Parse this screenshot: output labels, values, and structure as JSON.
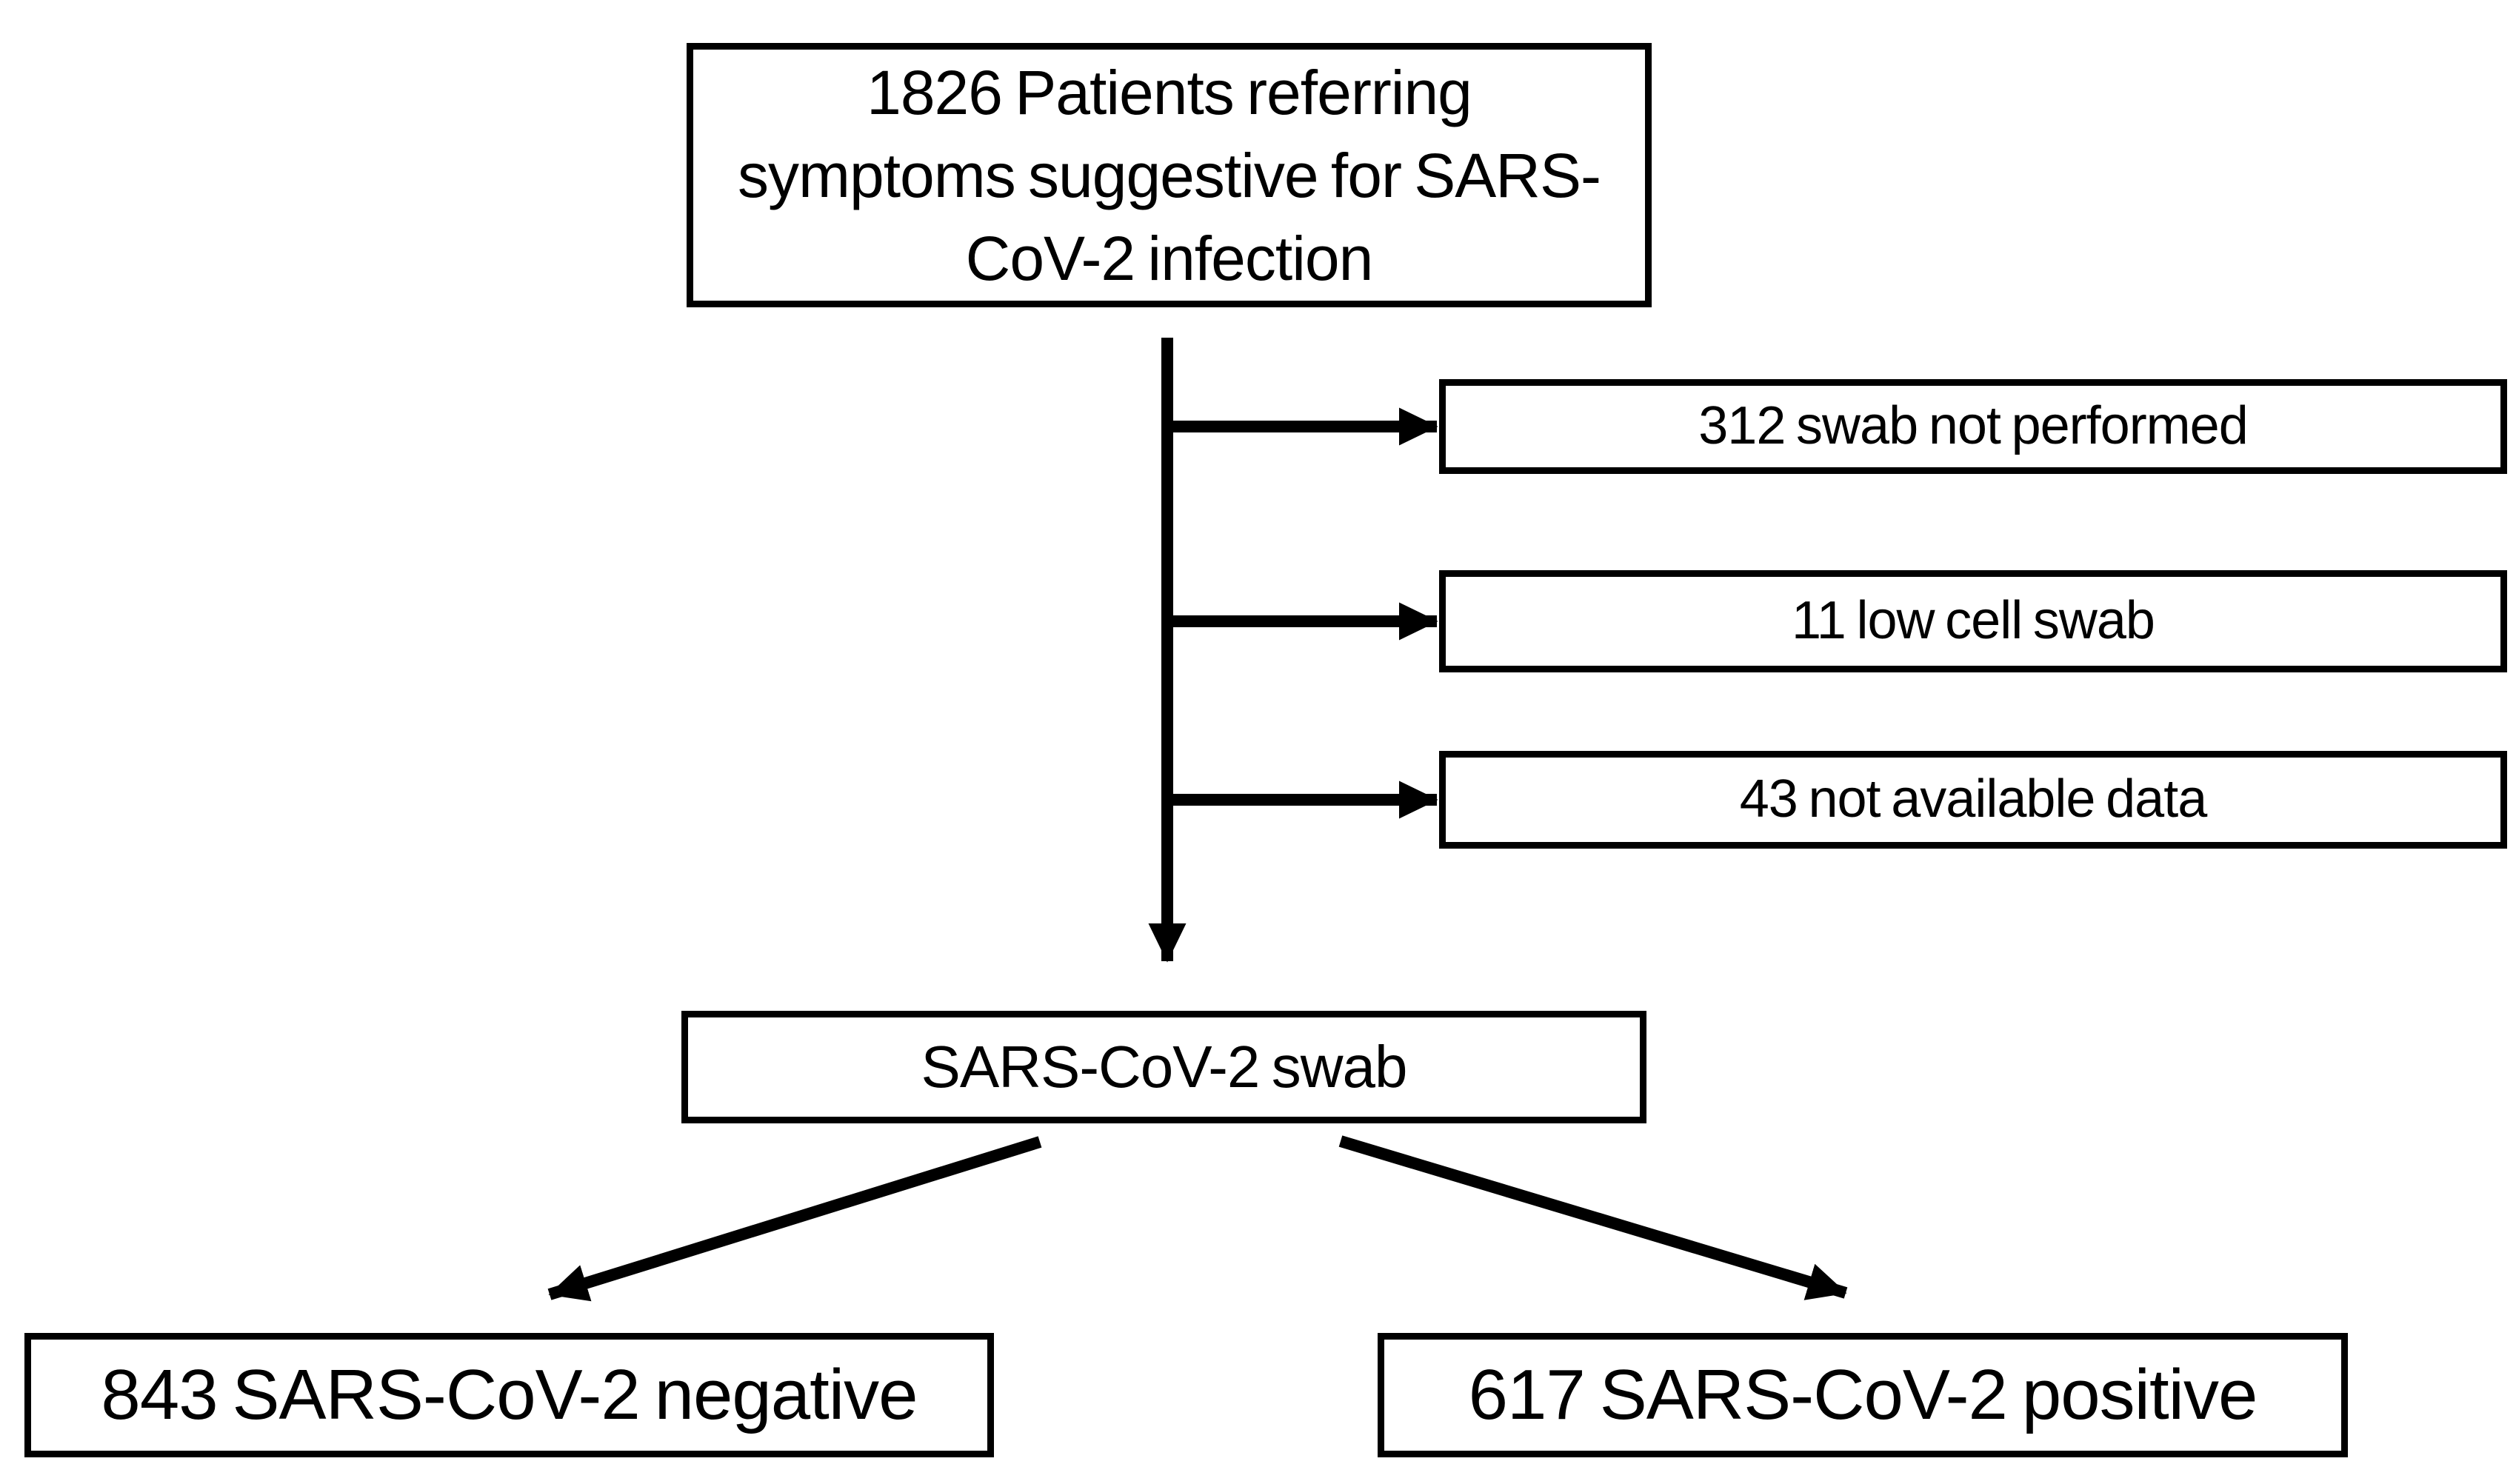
{
  "figure": {
    "type": "flowchart",
    "background_color": "#ffffff",
    "line_color": "#000000",
    "text_color": "#000000",
    "nodes": {
      "patients": {
        "count": 1826,
        "lines": [
          "1826 Patients referring",
          "symptoms suggestive for SARS-",
          "CoV-2 infection"
        ],
        "full_text": "1826 Patients referring symptoms suggestive for SARS-CoV-2 infection"
      },
      "exclusions": [
        {
          "count": 312,
          "label": "312 swab not performed"
        },
        {
          "count": 11,
          "label": "11 low cell swab"
        },
        {
          "count": 43,
          "label": "43 not available data"
        }
      ],
      "swab": {
        "label": "SARS-CoV-2 swab"
      },
      "outcomes": [
        {
          "count": 843,
          "label": "843 SARS-CoV-2 negative"
        },
        {
          "count": 617,
          "label": "617 SARS-CoV-2 positive"
        }
      ]
    },
    "edges": [
      {
        "from": "patients",
        "to": "swab",
        "type": "arrow-down"
      },
      {
        "from": "patients-trunk",
        "to": "exclusions.0",
        "type": "arrow-right"
      },
      {
        "from": "patients-trunk",
        "to": "exclusions.1",
        "type": "arrow-right"
      },
      {
        "from": "patients-trunk",
        "to": "exclusions.2",
        "type": "arrow-right"
      },
      {
        "from": "swab",
        "to": "outcomes.0",
        "type": "arrow-diagonal-left"
      },
      {
        "from": "swab",
        "to": "outcomes.1",
        "type": "arrow-diagonal-right"
      }
    ]
  }
}
